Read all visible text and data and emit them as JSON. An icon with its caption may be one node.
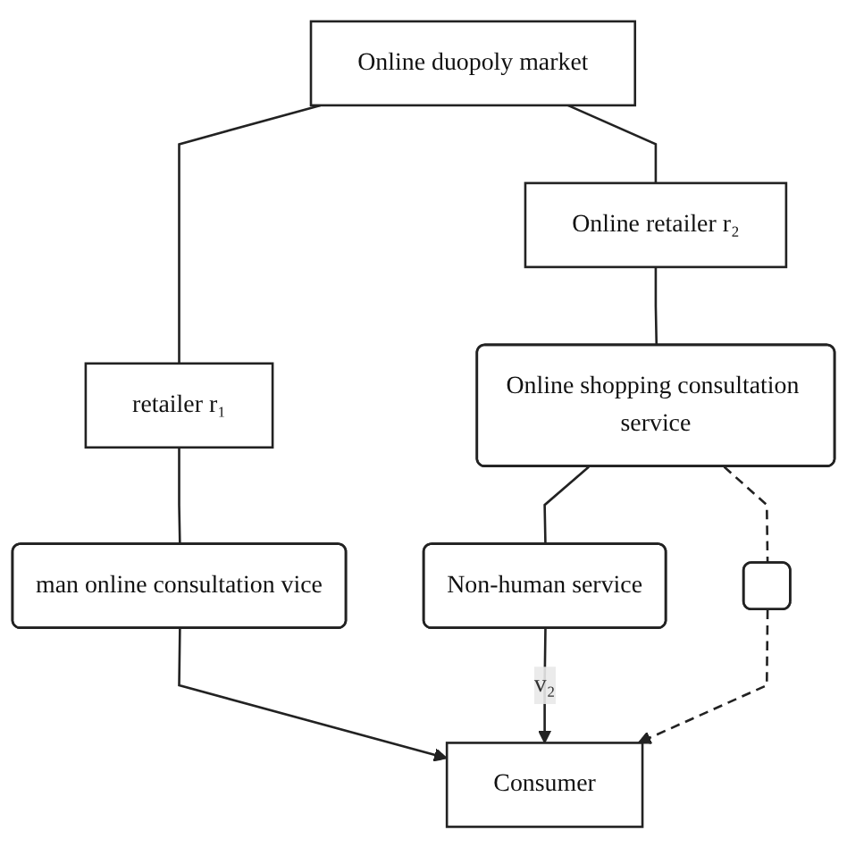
{
  "diagram": {
    "nodes": [
      {
        "text": [
          "Online duopoly market"
        ]
      },
      {
        "text": [
          "retailer r₁"
        ]
      },
      {
        "text": [
          "man online consultation vice"
        ]
      },
      {
        "text": [
          "Online retailer r₂"
        ]
      },
      {
        "text": [
          "Online shopping consultation service"
        ]
      },
      {
        "text": [
          "Non-human service"
        ]
      },
      {
        "text": [],
        "shape": "box"
      },
      {
        "text": [
          "Consumer"
        ]
      }
    ],
    "edges": [
      {
        "from": 0,
        "to": 1,
        "arrow": "none"
      },
      {
        "from": 0,
        "to": 3,
        "arrow": "none"
      },
      {
        "from": 1,
        "to": 2,
        "arrow": "none"
      },
      {
        "from": 2,
        "to": 7,
        "arrow": "to"
      },
      {
        "from": 3,
        "to": 4,
        "arrow": "none"
      },
      {
        "from": 4,
        "to": 5,
        "arrow": "none"
      },
      {
        "from": 4,
        "to": 6,
        "arrow": "none",
        "style": "dashed"
      },
      {
        "from": 5,
        "to": 7,
        "arrow": "to",
        "label": "v₂"
      },
      {
        "from": 6,
        "to": 7,
        "arrow": "to",
        "style": "dashed"
      }
    ]
  }
}
